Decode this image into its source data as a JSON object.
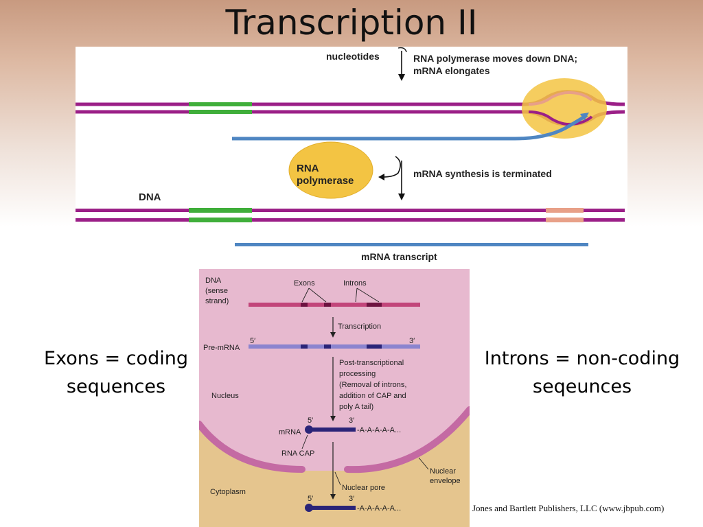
{
  "title": "Transcription II",
  "top_figure": {
    "label_nucleotides": "nucleotides",
    "label_moves_line1": "RNA polymerase moves down DNA;",
    "label_moves_line2": "mRNA elongates",
    "label_rna_polymerase_line1": "RNA",
    "label_rna_polymerase_line2": "polymerase",
    "label_terminated": "mRNA synthesis is terminated",
    "label_dna": "DNA",
    "label_mrna_transcript": "mRNA  transcript",
    "colors": {
      "dna_strand": "#9b1f87",
      "promoter": "#3fae3a",
      "terminator": "#e8a088",
      "mrna": "#4f86c2",
      "polymerase": "#f3c443"
    }
  },
  "notes": {
    "exons_line1": "Exons = coding",
    "exons_line2": "sequences",
    "introns_line1": "Introns = non-coding",
    "introns_line2": "seqeunces"
  },
  "bottom_figure": {
    "dna_line1": "DNA",
    "dna_line2": "(sense",
    "dna_line3": "strand)",
    "exons": "Exons",
    "introns": "Introns",
    "transcription": "Transcription",
    "pre_mrna": "Pre-mRNA",
    "five_prime": "5′",
    "three_prime": "3′",
    "post_line1": "Post-transcriptional",
    "post_line2": "processing",
    "post_line3": "(Removal of introns,",
    "post_line4": "addition of CAP and",
    "post_line5": "poly A tail)",
    "nucleus": "Nucleus",
    "mrna": "mRNA",
    "poly_a": "-A-A-A-A-A...",
    "rna_cap": "RNA CAP",
    "nuclear_envelope_line1": "Nuclear",
    "nuclear_envelope_line2": "envelope",
    "nuclear_pore": "Nuclear pore",
    "cytoplasm": "Cytoplasm"
  },
  "credit": "Jones and Bartlett Publishers, LLC (www.jbpub.com)"
}
